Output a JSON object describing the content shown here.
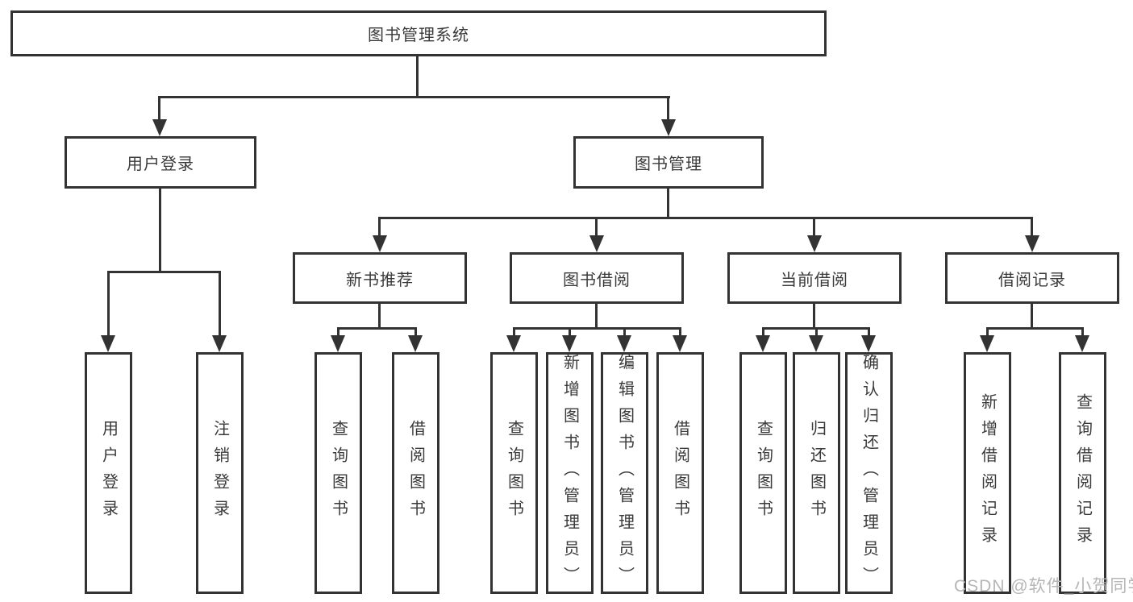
{
  "diagram": {
    "root": {
      "label": "图书管理系统"
    },
    "level1": [
      {
        "id": "user-login",
        "label": "用户登录"
      },
      {
        "id": "book-management",
        "label": "图书管理"
      }
    ],
    "level2": [
      {
        "id": "new-book-recommend",
        "label": "新书推荐"
      },
      {
        "id": "book-borrow",
        "label": "图书借阅"
      },
      {
        "id": "current-borrow",
        "label": "当前借阅"
      },
      {
        "id": "borrow-records",
        "label": "借阅记录"
      }
    ],
    "leaves": [
      {
        "id": "user-login",
        "label": "用户登录"
      },
      {
        "id": "logout",
        "label": "注销登录"
      },
      {
        "id": "query-book-recommend",
        "label": "查询图书"
      },
      {
        "id": "borrow-book-recommend",
        "label": "借阅图书"
      },
      {
        "id": "query-book-borrow",
        "label": "查询图书"
      },
      {
        "id": "add-book-admin",
        "label": "新增图书（管理员）"
      },
      {
        "id": "edit-book-admin",
        "label": "编辑图书（管理员）"
      },
      {
        "id": "borrow-book-borrow",
        "label": "借阅图书"
      },
      {
        "id": "query-book-current",
        "label": "查询图书"
      },
      {
        "id": "return-book",
        "label": "归还图书"
      },
      {
        "id": "confirm-return-admin",
        "label": "确认归还（管理员）"
      },
      {
        "id": "add-borrow-record",
        "label": "新增借阅记录"
      },
      {
        "id": "query-borrow-record",
        "label": "查询借阅记录"
      }
    ]
  },
  "watermark": {
    "text": "CSDN @软件_小贺同学"
  },
  "colors": {
    "line": "#333333",
    "text": "#3a3a3a",
    "node_background": "#ffffff",
    "watermark": "#b6b6b6",
    "page_background": "#ffffff"
  }
}
